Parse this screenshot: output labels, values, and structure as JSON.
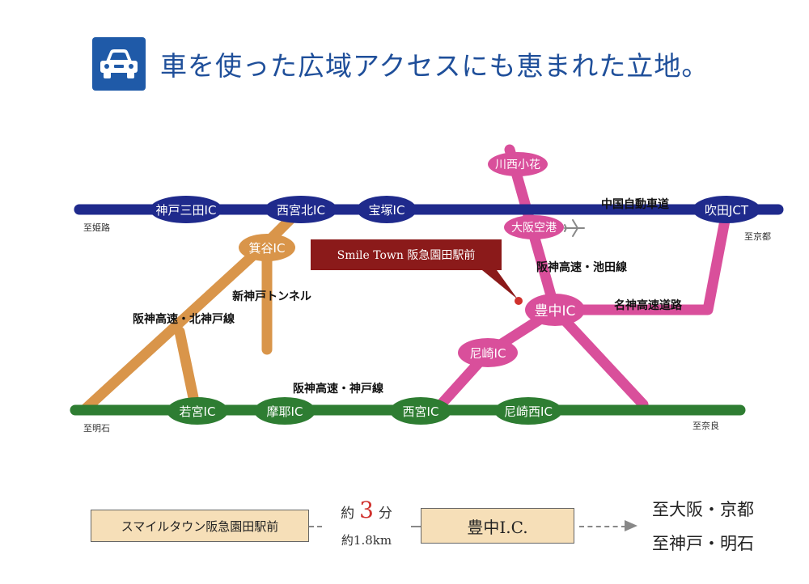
{
  "header": {
    "title": "車を使った広域アクセスにも恵まれた立地。",
    "icon": "car-icon",
    "icon_bg": "#1f5aa8"
  },
  "map": {
    "colors": {
      "chugoku": "#1f2a8c",
      "hanshin_kobe": "#2e7d32",
      "kita_kobe": "#d9954a",
      "ikeda": "#d94f9b",
      "pin": "#8b1a1a"
    },
    "ic_labels": {
      "kobe_sanda": "神戸三田IC",
      "nishinomiya_kita": "西宮北IC",
      "takarazuka": "宝塚IC",
      "suita_jct": "吹田JCT",
      "minoo": "箕谷IC",
      "kawanishi": "川西小花",
      "osaka_airport": "大阪空港",
      "toyonaka": "豊中IC",
      "amagasaki": "尼崎IC",
      "wakamiya": "若宮IC",
      "maya": "摩耶IC",
      "nishinomiya": "西宮IC",
      "amagasaki_nishi": "尼崎西IC"
    },
    "road_labels": {
      "chugoku": "中国自動車道",
      "hanshin_ikeda": "阪神高速・池田線",
      "meishin": "名神高速道路",
      "shinkobe_tunnel": "新神戸トンネル",
      "hanshin_kitakobe": "阪神高速・北神戸線",
      "hanshin_kobe": "阪神高速・神戸線"
    },
    "directions": {
      "himeji": "至姫路",
      "kyoto": "至京都",
      "akashi": "至明石",
      "nara": "至奈良"
    },
    "site_label": "Smile Town 阪急園田駅前"
  },
  "route": {
    "from": "スマイルタウン阪急園田駅前",
    "time_prefix": "約",
    "time_value": "3",
    "time_suffix": "分",
    "distance": "約1.8km",
    "to": "豊中I.C.",
    "dest_1": "至大阪・京都",
    "dest_2": "至神戸・明石"
  }
}
